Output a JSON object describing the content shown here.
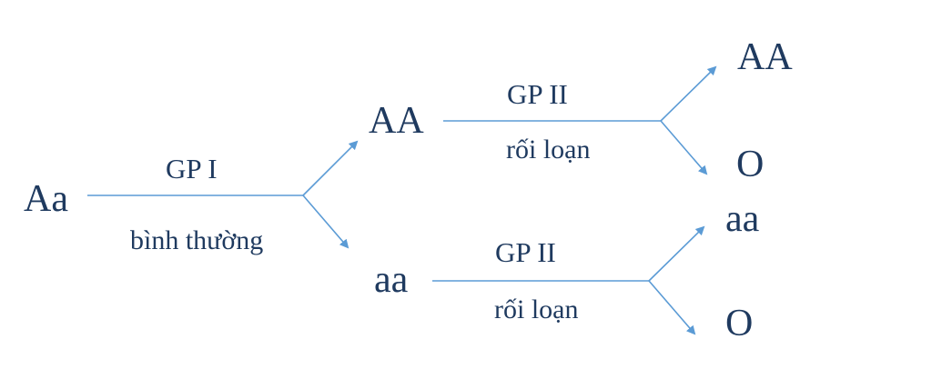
{
  "nodes": {
    "root": "Aa",
    "gp1_top": "AA",
    "gp1_bottom": "aa",
    "top_out_1": "AA",
    "top_out_2": "O",
    "bottom_out_1": "aa",
    "bottom_out_2": "O"
  },
  "edges": {
    "gp1_label": "GP I",
    "gp1_note": "bình thường",
    "gp2_top_label": "GP II",
    "gp2_top_note": "rối loạn",
    "gp2_bottom_label": "GP II",
    "gp2_bottom_note": "rối loạn"
  },
  "colors": {
    "line": "#5b9bd5",
    "text": "#1f3a5f"
  }
}
